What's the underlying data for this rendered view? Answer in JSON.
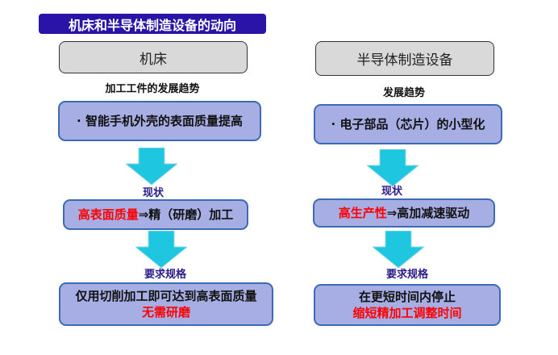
{
  "title": "机床和半导体制造设备的动向",
  "colors": {
    "title_bg": "#2a14a8",
    "box_bg": "#a7aee3",
    "box_border": "#3b6bb5",
    "arrow": "#1fc6e0",
    "highlight": "#ff0000",
    "sub_label": "#2a1c8a"
  },
  "left": {
    "category": "机床",
    "trend_label": "加工工件的发展趋势",
    "trend": "· 智能手机外壳的表面质量提高",
    "status_label": "现状",
    "status_highlight": "高表面质量",
    "status_rest": "⇒精（研磨）加工",
    "req_label": "要求规格",
    "req_line1": "仅用切削加工即可达到高表面质量",
    "req_line2": "无需研磨"
  },
  "right": {
    "category": "半导体制造设备",
    "trend_label": "发展趋势",
    "trend": "· 电子部品（芯片）的小型化",
    "status_label": "现状",
    "status_highlight": "高生产性",
    "status_rest": "⇒高加减速驱动",
    "req_label": "要求规格",
    "req_line1": "在更短时间内停止",
    "req_line2": "缩短精加工调整时间"
  }
}
